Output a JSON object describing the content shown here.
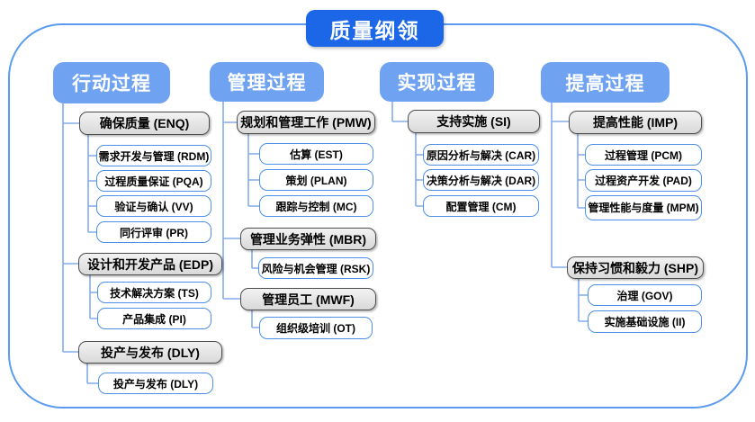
{
  "title": "质量纲领",
  "columns": [
    {
      "header": "行动过程",
      "groups": [
        {
          "label": "确保质量 (ENQ)",
          "children": [
            "需求开发与管理 (RDM)",
            "过程质量保证 (PQA)",
            "验证与确认 (VV)",
            "同行评审 (PR)"
          ]
        },
        {
          "label": "设计和开发产品 (EDP)",
          "children": [
            "技术解决方案 (TS)",
            "产品集成 (PI)"
          ]
        },
        {
          "label": "投产与发布 (DLY)",
          "children": [
            "投产与发布 (DLY)"
          ]
        }
      ]
    },
    {
      "header": "管理过程",
      "groups": [
        {
          "label": "规划和管理工作 (PMW)",
          "children": [
            "估算 (EST)",
            "策划 (PLAN)",
            "跟踪与控制 (MC)"
          ]
        },
        {
          "label": "管理业务弹性 (MBR)",
          "children": [
            "风险与机会管理 (RSK)"
          ]
        },
        {
          "label": "管理员工 (MWF)",
          "children": [
            "组织级培训 (OT)"
          ]
        }
      ]
    },
    {
      "header": "实现过程",
      "groups": [
        {
          "label": "支持实施 (SI)",
          "children": [
            "原因分析与解决 (CAR)",
            "决策分析与解决 (DAR)",
            "配置管理 (CM)"
          ]
        }
      ]
    },
    {
      "header": "提高过程",
      "groups": [
        {
          "label": "提高性能 (IMP)",
          "children": [
            "过程管理 (PCM)",
            "过程资产开发 (PAD)",
            "管理性能与度量 (MPM)"
          ]
        },
        {
          "label": "保持习惯和毅力 (SHP)",
          "children": [
            "治理 (GOV)",
            "实施基础设施 (II)"
          ]
        }
      ]
    }
  ],
  "colors": {
    "title_bg": "#1b67e8",
    "header_bg": "#6fa3f2",
    "level2_fill_top": "#f2f2f2",
    "level2_fill_bottom": "#d9d9d9",
    "level2_border": "#4d4d4d",
    "level3_border": "#4e90e8",
    "connector": "#84acec",
    "frame_border": "#5b9bf0",
    "text_dark": "#000000",
    "text_light": "#ffffff"
  }
}
